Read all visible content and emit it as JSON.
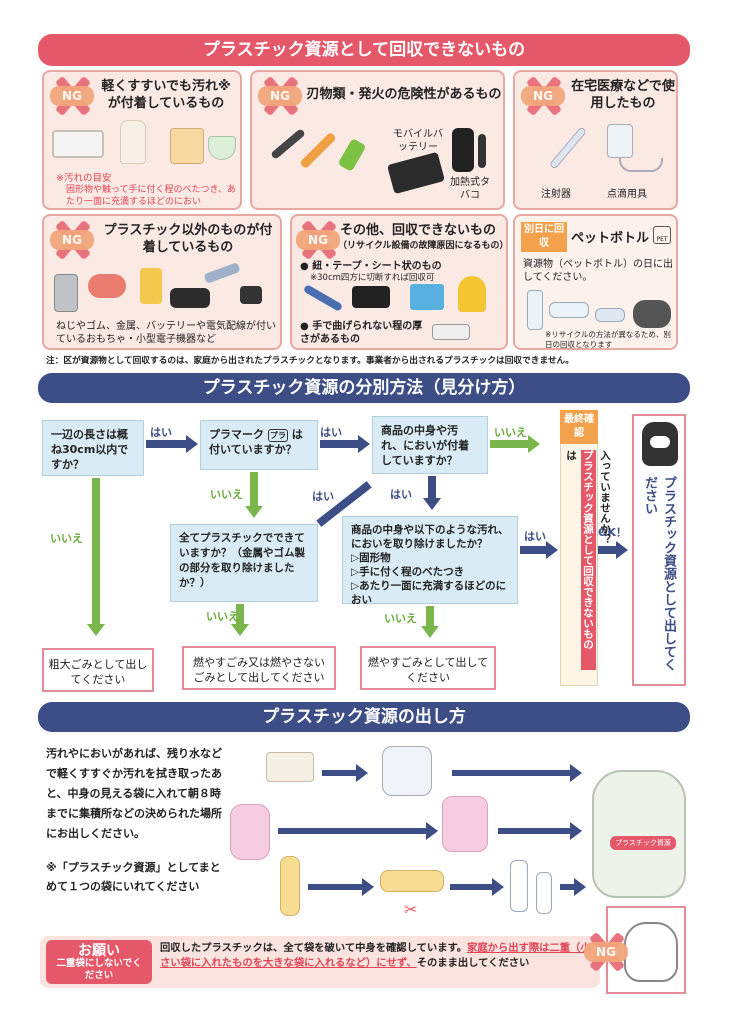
{
  "top_banner": {
    "title": "プラスチック資源として回収できないもの"
  },
  "ng": {
    "label": "NG"
  },
  "cards": {
    "c1": {
      "title": "軽くすすいでも汚れ※が付着しているもの",
      "note1": "※汚れの目安",
      "note2": "固形物や触って手に付く程のべたつき、あたり一面に充満するほどのにおい"
    },
    "c2": {
      "title": "刃物類・発火の危険性があるもの",
      "mobile": "モバイルバッテリー",
      "heated": "加熱式タバコ"
    },
    "c3": {
      "title": "在宅医療などで使用したもの",
      "syringe": "注射器",
      "drip": "点滴用具"
    },
    "c4": {
      "title": "プラスチック以外のものが付着しているもの",
      "desc": "ねじやゴム、金属、バッテリーや電気配線が付いているおもちゃ・小型電子機器など"
    },
    "c5": {
      "title": "その他、回収できないもの",
      "subtitle": "（リサイクル設備の故障原因になるもの）",
      "b1": "● 紐・テープ・シート状のもの",
      "b1note": "※30cm四方に切断すれば回収可",
      "b2": "● 手で曲げられない程の厚さがあるもの"
    },
    "c6": {
      "tag": "別日に回収",
      "title": "ペットボトル",
      "mark": "PET",
      "desc": "資源物（ペットボトル）の日に出してください。",
      "note": "※リサイクルの方法が異なるため、別日の回収となります"
    }
  },
  "footnote": "注：区が資源物として回収するのは、家庭から出されたプラスチックとなります。事業者から出されるプラスチックは回収できません。",
  "sort_banner": {
    "title": "プラスチック資源の分別方法（見分け方）"
  },
  "flow": {
    "q1": "一辺の長さは概ね30cm以内ですか？",
    "q2a": "プラマーク",
    "q2b": "は付いていますか？",
    "pla_mark": "プラ",
    "q3": "全てプラスチックでできていますか？（金属やゴム製の部分を取り除けましたか？）",
    "q4": "商品の中身や汚れ、においが付着していますか？",
    "q5": "商品の中身や以下のような汚れ、においを取り除けましたか？",
    "q5_items": [
      "▷固形物",
      "▷手に付く程のべたつき",
      "▷あたり一面に充満するほどのにおい"
    ],
    "yes": "はい",
    "no": "いいえ",
    "ok": "OK！",
    "o1": "粗大ごみとして出してください",
    "o2": "燃やすごみ又は燃やさないごみとして出してください",
    "o3": "燃やすごみとして出してください",
    "final_label": "最終確認",
    "final_q": "入っていませんか？",
    "final_red": "プラスチック資源として回収できないもの",
    "final_end": "は",
    "result": "プラスチック資源として出してください"
  },
  "howto_banner": {
    "title": "プラスチック資源の出し方"
  },
  "howto": {
    "text": "汚れやにおいがあれば、残り水などで軽くすすぐか汚れを拭き取ったあと、中身の見える袋に入れて朝８時までに集積所などの決められた場所にお出しください。",
    "note": "※「プラスチック資源」としてまとめて１つの袋にいれてください",
    "bag_label": "プラスチック資源"
  },
  "request": {
    "title": "お願い",
    "sub": "二重袋にしないでください",
    "text_a": "回収したプラスチックは、全て袋を破いて中身を確認しています。",
    "text_b": "家庭から出す際は二重（小さい袋に入れたものを大きな袋に入れるなど）にせず、",
    "text_c": "そのまま出してください"
  }
}
